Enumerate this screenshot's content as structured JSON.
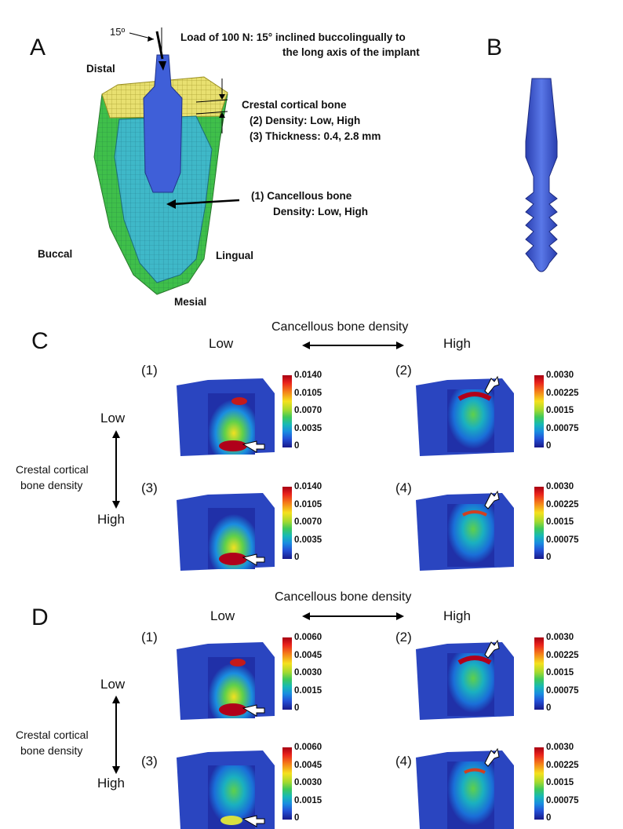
{
  "panels": {
    "A": {
      "letter": "A",
      "angle_tag": "15º",
      "load_line1": "Load of 100 N: 15°  inclined buccolingually to",
      "load_line2": "the long axis of the implant",
      "distal": "Distal",
      "buccal": "Buccal",
      "lingual": "Lingual",
      "mesial": "Mesial",
      "cortical_title": "Crestal cortical bone",
      "cortical_density": "(2) Density: Low, High",
      "cortical_thickness": "(3) Thickness: 0.4, 2.8 mm",
      "cancellous_title": "(1) Cancellous bone",
      "cancellous_density": "Density: Low, High"
    },
    "B": {
      "letter": "B"
    },
    "C": {
      "letter": "C",
      "header": "Cancellous bone density",
      "col_low": "Low",
      "col_high": "High",
      "row_low": "Low",
      "row_high": "High",
      "row_axis_line1": "Crestal cortical",
      "row_axis_line2": "bone density",
      "cells": [
        {
          "num": "(1)",
          "ticks": [
            "0.0140",
            "0.0105",
            "0.0070",
            "0.0035",
            "0"
          ]
        },
        {
          "num": "(2)",
          "ticks": [
            "0.0030",
            "0.00225",
            "0.0015",
            "0.00075",
            "0"
          ]
        },
        {
          "num": "(3)",
          "ticks": [
            "0.0140",
            "0.0105",
            "0.0070",
            "0.0035",
            "0"
          ]
        },
        {
          "num": "(4)",
          "ticks": [
            "0.0030",
            "0.00225",
            "0.0015",
            "0.00075",
            "0"
          ]
        }
      ]
    },
    "D": {
      "letter": "D",
      "header": "Cancellous bone density",
      "col_low": "Low",
      "col_high": "High",
      "row_low": "Low",
      "row_high": "High",
      "row_axis_line1": "Crestal cortical",
      "row_axis_line2": "bone density",
      "cells": [
        {
          "num": "(1)",
          "ticks": [
            "0.0060",
            "0.0045",
            "0.0030",
            "0.0015",
            "0"
          ]
        },
        {
          "num": "(2)",
          "ticks": [
            "0.0030",
            "0.00225",
            "0.0015",
            "0.00075",
            "0"
          ]
        },
        {
          "num": "(3)",
          "ticks": [
            "0.0060",
            "0.0045",
            "0.0030",
            "0.0015",
            "0"
          ]
        },
        {
          "num": "(4)",
          "ticks": [
            "0.0030",
            "0.00225",
            "0.0015",
            "0.00075",
            "0"
          ]
        }
      ]
    }
  },
  "colors": {
    "implant": "#3f5fd8",
    "cortical_bone": "#e8e070",
    "outer_bone": "#3fbf4a",
    "cancellous_bone": "#3fb8c8",
    "stress_high": "#c8001a",
    "stress_low": "#1a2aa0"
  }
}
